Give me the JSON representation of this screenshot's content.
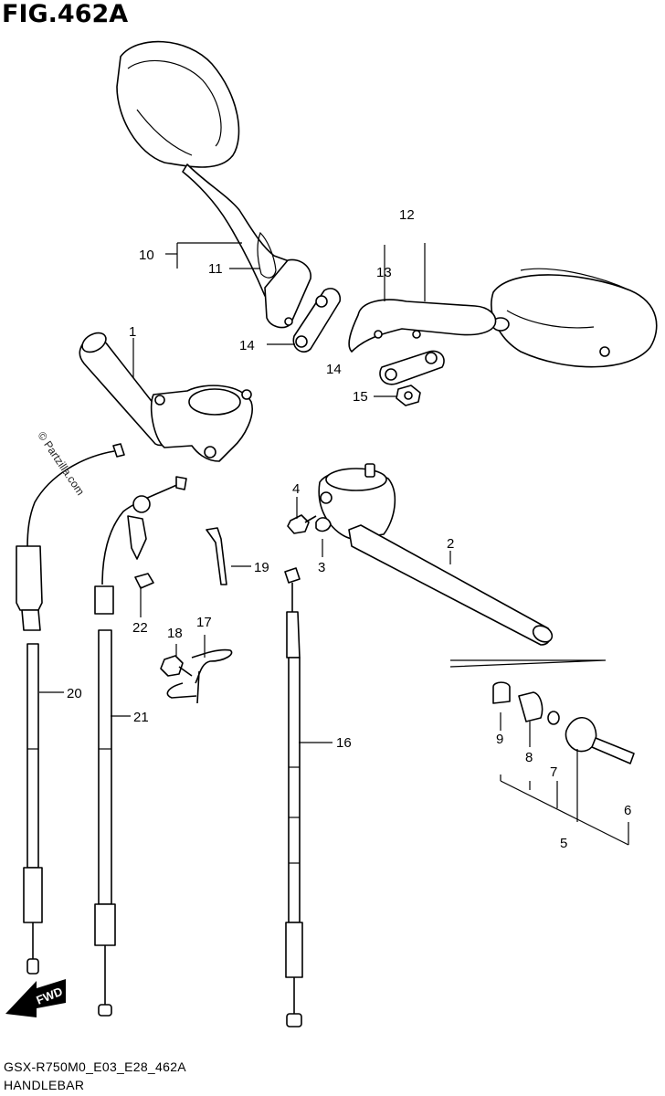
{
  "figure": {
    "title": "FIG.462A",
    "code": "GSX-R750M0_E03_E28_462A",
    "name": "HANDLEBAR",
    "watermark": "© Partzilla.com",
    "fwd_label": "FWD"
  },
  "callouts": [
    {
      "id": "1",
      "label": "1"
    },
    {
      "id": "2",
      "label": "2"
    },
    {
      "id": "3",
      "label": "3"
    },
    {
      "id": "4",
      "label": "4"
    },
    {
      "id": "5",
      "label": "5"
    },
    {
      "id": "6",
      "label": "6"
    },
    {
      "id": "7",
      "label": "7"
    },
    {
      "id": "8",
      "label": "8"
    },
    {
      "id": "9",
      "label": "9"
    },
    {
      "id": "10",
      "label": "10"
    },
    {
      "id": "11",
      "label": "11"
    },
    {
      "id": "12",
      "label": "12"
    },
    {
      "id": "13",
      "label": "13"
    },
    {
      "id": "14a",
      "label": "14"
    },
    {
      "id": "14b",
      "label": "14"
    },
    {
      "id": "15",
      "label": "15"
    },
    {
      "id": "16",
      "label": "16"
    },
    {
      "id": "17",
      "label": "17"
    },
    {
      "id": "18",
      "label": "18"
    },
    {
      "id": "19",
      "label": "19"
    },
    {
      "id": "20",
      "label": "20"
    },
    {
      "id": "21",
      "label": "21"
    },
    {
      "id": "22",
      "label": "22"
    }
  ]
}
